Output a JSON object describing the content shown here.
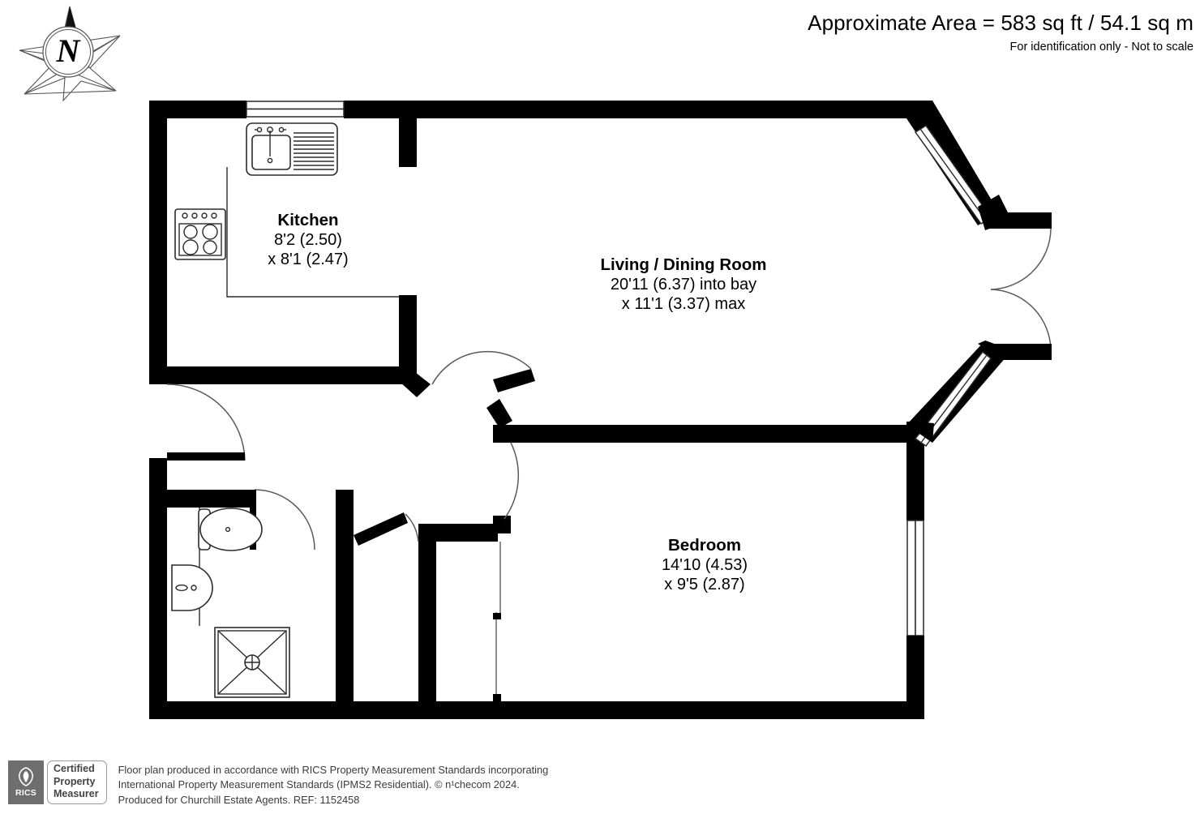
{
  "header": {
    "area_line": "Approximate Area = 583 sq ft / 54.1 sq m",
    "disclaimer": "For identification only - Not to scale"
  },
  "compass": {
    "north_letter": "N"
  },
  "rooms": [
    {
      "id": "kitchen",
      "name": "Kitchen",
      "dim_line_1": "8'2 (2.50)",
      "dim_line_2": "x 8'1 (2.47)"
    },
    {
      "id": "living-dining",
      "name": "Living / Dining Room",
      "dim_line_1": "20'11 (6.37) into bay",
      "dim_line_2": "x 11'1 (3.37) max"
    },
    {
      "id": "bedroom",
      "name": "Bedroom",
      "dim_line_1": "14'10 (4.53)",
      "dim_line_2": "x 9'5 (2.87)"
    }
  ],
  "fixtures": [
    {
      "name": "kitchen-sink-drainer"
    },
    {
      "name": "cooker-hob"
    },
    {
      "name": "toilet-wc"
    },
    {
      "name": "wash-basin"
    },
    {
      "name": "shower-tray"
    }
  ],
  "footer": {
    "rics_word": "RICS",
    "badge_line_1": "Certified",
    "badge_line_2": "Property",
    "badge_line_3": "Measurer",
    "note_line_1": "Floor plan produced in accordance with RICS Property Measurement Standards incorporating",
    "note_line_2": "International Property Measurement Standards (IPMS2 Residential).   © n¹checom 2024.",
    "note_line_3": "Produced for Churchill Estate Agents.   REF: 1152458"
  },
  "colors": {
    "wall": "#000000",
    "background": "#ffffff",
    "fixture_stroke": "#2b2b2b",
    "swing_stroke": "#5a5a5a",
    "badge_gray": "#6e6e6e"
  }
}
